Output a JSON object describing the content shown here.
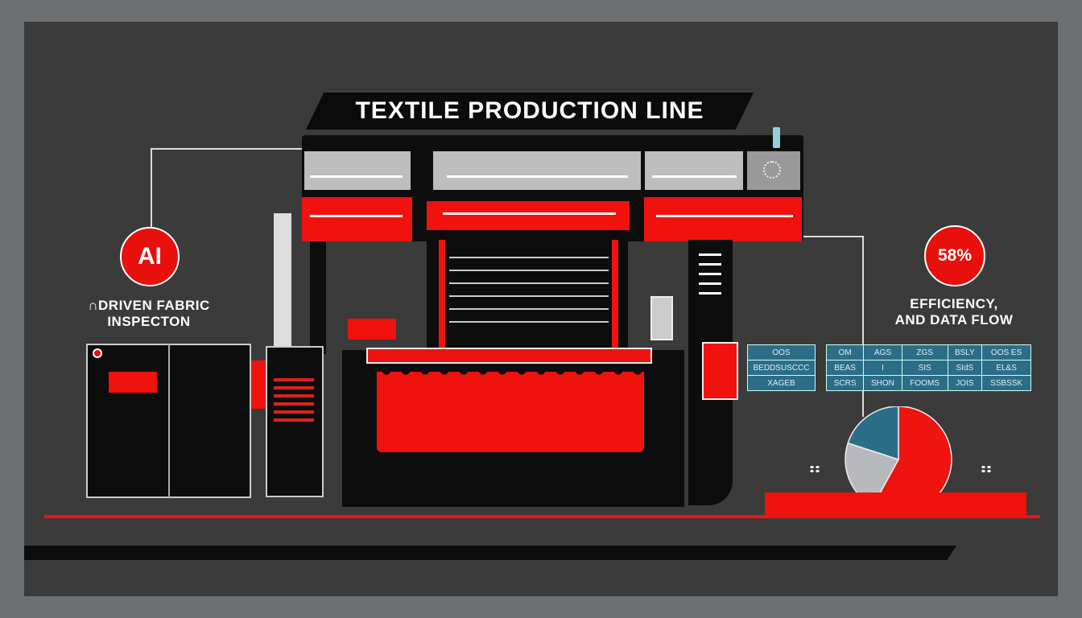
{
  "title": "TEXTILE  PRODUCTION LINE",
  "left": {
    "badge": "AI",
    "label_line1": "∩DRIVEN FABRIC",
    "label_line2": "INSPECTON"
  },
  "right": {
    "badge": "58%",
    "label_line1": "EFFICIENCY,",
    "label_line2": "AND DATA FLOW"
  },
  "small_table": [
    [
      "OOS"
    ],
    [
      "BEDDSUSCCC"
    ],
    [
      "XAGEB"
    ]
  ],
  "data_table": [
    [
      "OM",
      "AGS",
      "ZGS",
      "BSLY",
      "OOS ES"
    ],
    [
      "BEAS",
      "I",
      "SIS",
      "SIdS",
      "EL&S"
    ],
    [
      "SCRS",
      "SHON",
      "FOOMS",
      "JOIS",
      "SSBSSK"
    ]
  ],
  "chart_data": {
    "type": "pie",
    "values": [
      58,
      22,
      20
    ],
    "colors": [
      "#ee1410",
      "#b7b9bc",
      "#2c6e88"
    ]
  },
  "colors": {
    "accent": "#f0120e",
    "panel": "#3b3b3c",
    "teal": "#2c6e88"
  }
}
